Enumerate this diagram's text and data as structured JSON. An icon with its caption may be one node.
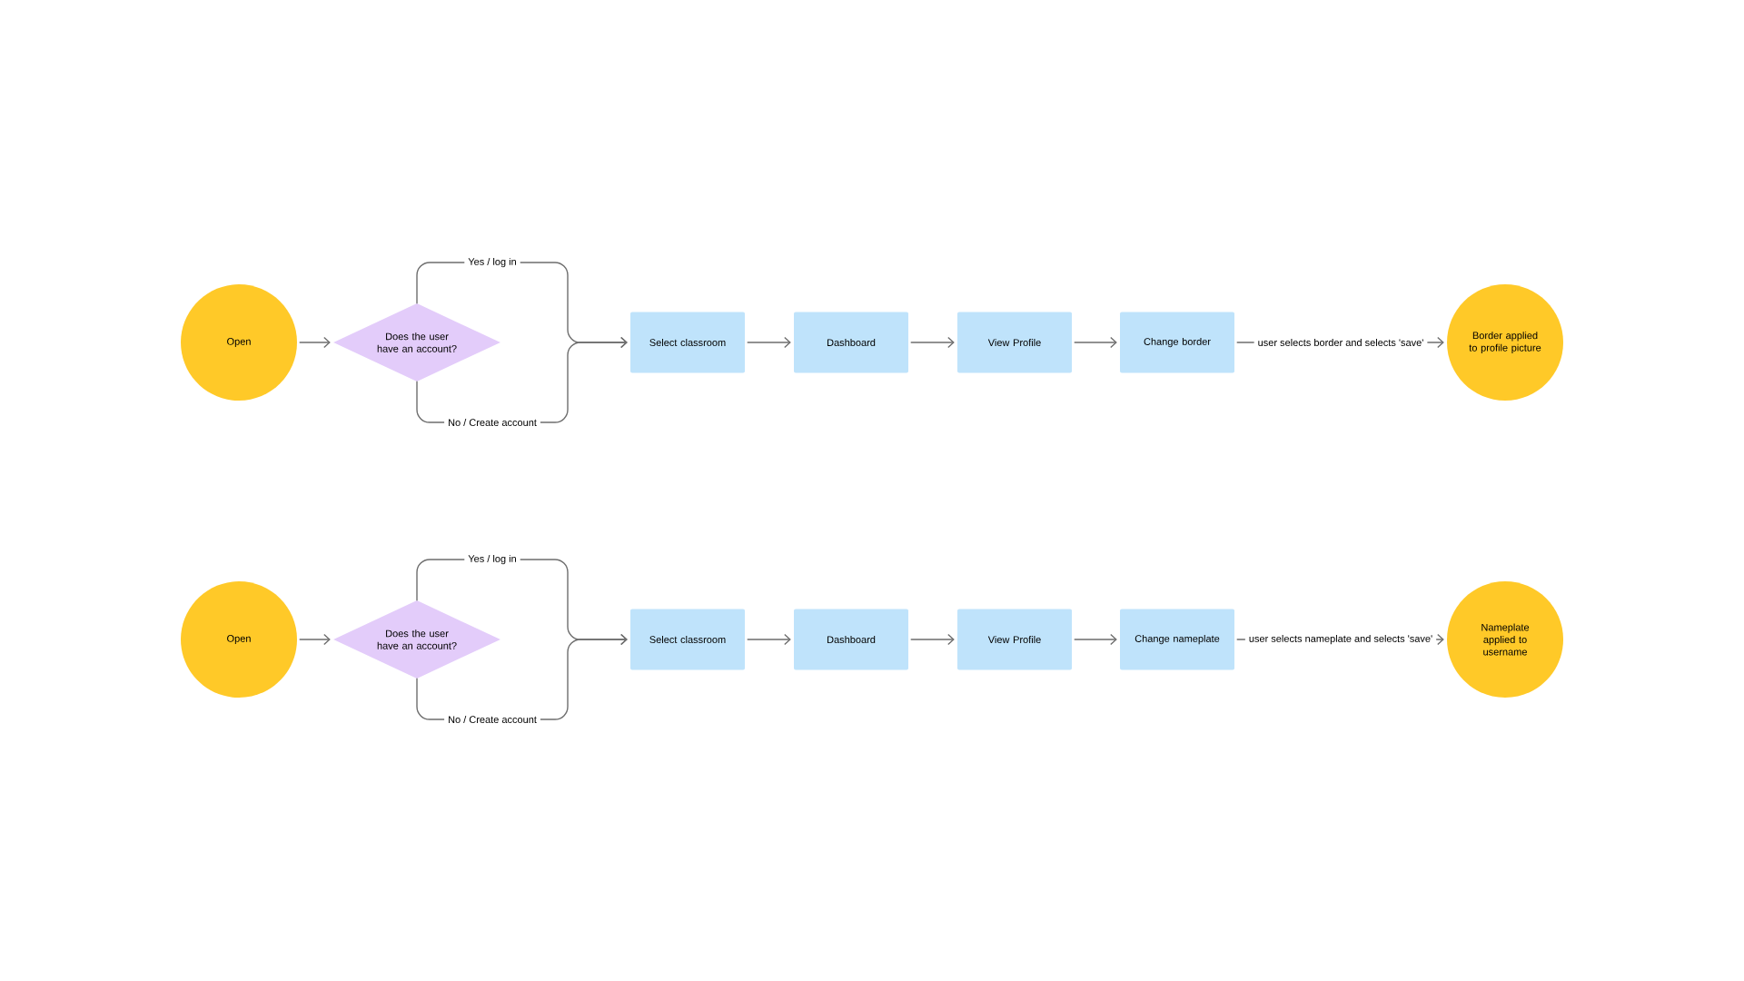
{
  "diagram": {
    "nodes": [
      {
        "text": [
          "Open"
        ]
      },
      {
        "text": [
          "Does the user have an account?"
        ]
      },
      {
        "text": [
          "Select classroom"
        ]
      },
      {
        "text": [
          "Dashboard"
        ]
      },
      {
        "text": [
          "View Profile"
        ]
      },
      {
        "text": [
          "Change border"
        ]
      },
      {
        "text": [
          "Border applied to profile picture"
        ]
      },
      {
        "text": [
          "Open"
        ]
      },
      {
        "text": [
          "Does the user have an account?"
        ]
      },
      {
        "text": [
          "Select classroom"
        ]
      },
      {
        "text": [
          "Dashboard"
        ]
      },
      {
        "text": [
          "View Profile"
        ]
      },
      {
        "text": [
          "Change nameplate"
        ]
      },
      {
        "text": [
          "Nameplate applied to username"
        ]
      }
    ],
    "edges": [
      {
        "from": 0,
        "to": 1,
        "arrow": "to"
      },
      {
        "from": 1,
        "to": 2,
        "arrow": "to",
        "label": "Yes / log in"
      },
      {
        "from": 1,
        "to": 2,
        "arrow": "to",
        "label": "No / Create account"
      },
      {
        "from": 2,
        "to": 3,
        "arrow": "to"
      },
      {
        "from": 3,
        "to": 4,
        "arrow": "to"
      },
      {
        "from": 4,
        "to": 5,
        "arrow": "to"
      },
      {
        "from": 5,
        "to": 6,
        "arrow": "to",
        "label": "user selects border and selects 'save'"
      },
      {
        "from": 7,
        "to": 8,
        "arrow": "to"
      },
      {
        "from": 8,
        "to": 9,
        "arrow": "to",
        "label": "Yes / log in"
      },
      {
        "from": 8,
        "to": 9,
        "arrow": "to",
        "label": "No / Create account"
      },
      {
        "from": 9,
        "to": 10,
        "arrow": "to"
      },
      {
        "from": 10,
        "to": 11,
        "arrow": "to"
      },
      {
        "from": 11,
        "to": 12,
        "arrow": "to"
      },
      {
        "from": 12,
        "to": 13,
        "arrow": "to",
        "label": "user selects nameplate and selects 'save'"
      }
    ]
  }
}
